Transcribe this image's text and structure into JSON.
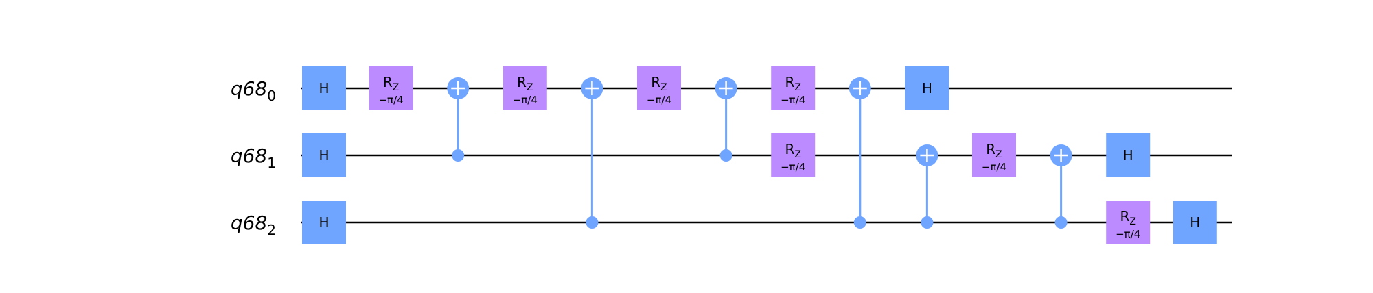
{
  "qubits": [
    {
      "name": "q68",
      "index": "0"
    },
    {
      "name": "q68",
      "index": "1"
    },
    {
      "name": "q68",
      "index": "2"
    }
  ],
  "colors": {
    "h_gate": "#6fa4ff",
    "rz_gate": "#bb8bff",
    "cx": "#6fa4ff",
    "wire": "#000000"
  },
  "gate_text": {
    "h": "H",
    "rz_name": "R",
    "rz_sub": "Z",
    "rz_param": "−π/4"
  },
  "gates": [
    {
      "type": "h",
      "qubit": 0,
      "step": 0
    },
    {
      "type": "h",
      "qubit": 1,
      "step": 0
    },
    {
      "type": "h",
      "qubit": 2,
      "step": 0
    },
    {
      "type": "rz",
      "qubit": 0,
      "step": 1
    },
    {
      "type": "cx",
      "control": 1,
      "target": 0,
      "step": 2
    },
    {
      "type": "rz",
      "qubit": 0,
      "step": 3
    },
    {
      "type": "cx",
      "control": 2,
      "target": 0,
      "step": 4
    },
    {
      "type": "rz",
      "qubit": 0,
      "step": 5
    },
    {
      "type": "cx",
      "control": 1,
      "target": 0,
      "step": 6
    },
    {
      "type": "rz",
      "qubit": 0,
      "step": 7
    },
    {
      "type": "rz",
      "qubit": 1,
      "step": 7
    },
    {
      "type": "cx",
      "control": 2,
      "target": 0,
      "step": 8
    },
    {
      "type": "h",
      "qubit": 0,
      "step": 9
    },
    {
      "type": "cx",
      "control": 2,
      "target": 1,
      "step": 9
    },
    {
      "type": "rz",
      "qubit": 1,
      "step": 10
    },
    {
      "type": "cx",
      "control": 2,
      "target": 1,
      "step": 11
    },
    {
      "type": "h",
      "qubit": 1,
      "step": 12
    },
    {
      "type": "rz",
      "qubit": 2,
      "step": 12
    },
    {
      "type": "h",
      "qubit": 2,
      "step": 13
    }
  ]
}
